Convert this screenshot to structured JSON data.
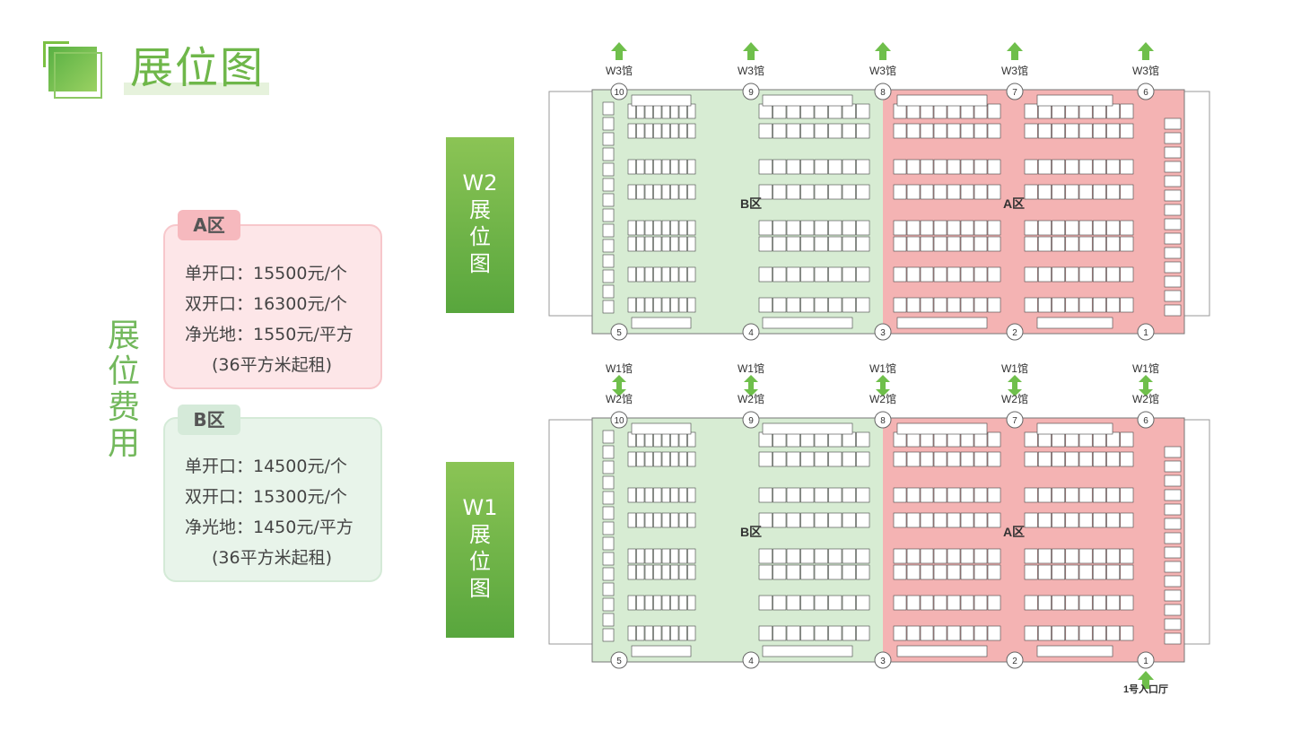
{
  "title": "展位图",
  "fee_title": [
    "展",
    "位",
    "费",
    "用"
  ],
  "zones": {
    "a": {
      "tag": "A区",
      "lines": [
        "单开口：15500元/个",
        "双开口：16300元/个",
        "净光地：1550元/平方",
        "(36平方米起租)"
      ]
    },
    "b": {
      "tag": "B区",
      "lines": [
        "单开口：14500元/个",
        "双开口：15300元/个",
        "净光地：1450元/平方",
        "(36平方米起租)"
      ]
    }
  },
  "halls": {
    "w2": [
      "W2",
      "展",
      "位",
      "图"
    ],
    "w1": [
      "W1",
      "展",
      "位",
      "图"
    ]
  },
  "floor_plan": {
    "top_links": [
      "W3馆",
      "W3馆",
      "W3馆",
      "W3馆",
      "W3馆"
    ],
    "middle_links_top": [
      "W1馆",
      "W1馆",
      "W1馆",
      "W1馆",
      "W1馆"
    ],
    "middle_links_bottom": [
      "W2馆",
      "W2馆",
      "W2馆",
      "W2馆",
      "W2馆"
    ],
    "gate_numbers_top": [
      "10",
      "9",
      "8",
      "7",
      "6"
    ],
    "gate_numbers_bottom": [
      "5",
      "4",
      "3",
      "2",
      "1"
    ],
    "zone_labels": [
      "B区",
      "A区"
    ],
    "entrance_label": "1号入口厅",
    "colors": {
      "zone_a": "#f4b3b3",
      "zone_b": "#d7ecd3",
      "arrow": "#6fbf4b"
    }
  }
}
